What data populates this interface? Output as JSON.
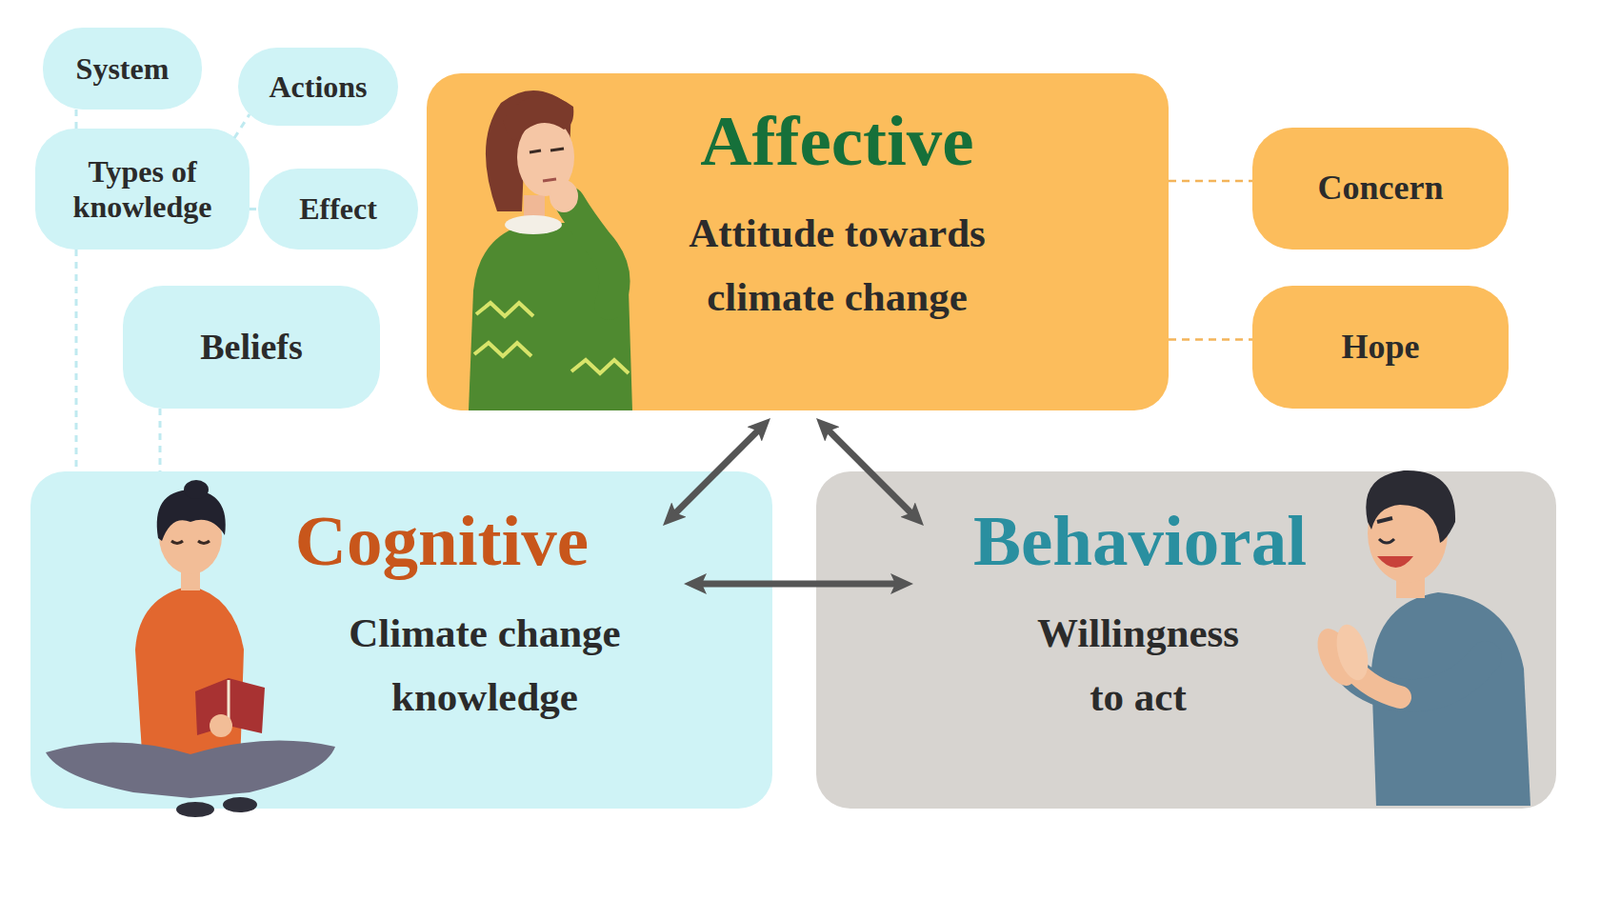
{
  "diagram": {
    "nodes": [
      {
        "text": [
          "System"
        ]
      },
      {
        "text": [
          "Actions"
        ]
      },
      {
        "text": [
          "Types of knowledge"
        ]
      },
      {
        "text": [
          "Effect"
        ]
      },
      {
        "text": [
          "Beliefs"
        ]
      },
      {
        "text": [
          "Affective",
          "Attitude towards climate change"
        ]
      },
      {
        "text": [
          "Concern"
        ]
      },
      {
        "text": [
          "Hope"
        ]
      },
      {
        "text": [
          "Cognitive",
          "Climate change knowledge"
        ]
      },
      {
        "text": [
          "Behavioral",
          "Willingness to act"
        ]
      }
    ],
    "edges": [
      {
        "from": 0,
        "to": 2,
        "arrow": "none"
      },
      {
        "from": 2,
        "to": 1,
        "arrow": "none"
      },
      {
        "from": 2,
        "to": 3,
        "arrow": "none"
      },
      {
        "from": 2,
        "to": 8,
        "arrow": "none"
      },
      {
        "from": 4,
        "to": 8,
        "arrow": "none"
      },
      {
        "from": 5,
        "to": 6,
        "arrow": "none"
      },
      {
        "from": 5,
        "to": 7,
        "arrow": "none"
      },
      {
        "from": 8,
        "to": 5,
        "arrow": "both"
      },
      {
        "from": 5,
        "to": 9,
        "arrow": "both"
      },
      {
        "from": 8,
        "to": 9,
        "arrow": "both"
      }
    ]
  }
}
